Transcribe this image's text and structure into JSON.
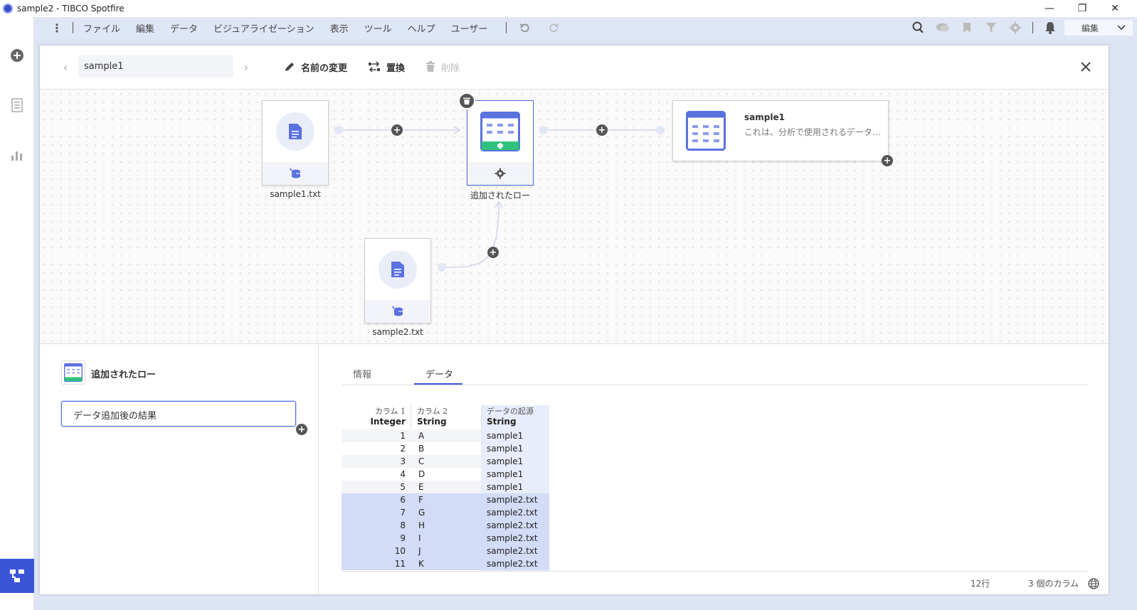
{
  "window": {
    "title": "sample2 - TIBCO Spotfire",
    "minimize": "—",
    "restore": "❐",
    "close": "✕"
  },
  "menubar": {
    "more": "⋮",
    "items": [
      "ファイル",
      "編集",
      "データ",
      "ビジュアライゼーション",
      "表示",
      "ツール",
      "ヘルプ",
      "ユーザー"
    ],
    "mode_label": "編集"
  },
  "toolbar": {
    "prev": "‹",
    "next": "›",
    "table_name": "sample1",
    "rename_label": "名前の変更",
    "replace_label": "置換",
    "delete_label": "削除"
  },
  "flow": {
    "node1_label": "sample1.txt",
    "node2_label": "sample2.txt",
    "added_rows_label": "追加されたロー",
    "result_title": "sample1",
    "result_desc": "これは、分析で使用されるデータ..."
  },
  "details": {
    "title": "追加されたロー",
    "description_value": "データ追加後の結果"
  },
  "tabs": {
    "info": "情報",
    "data": "データ"
  },
  "table": {
    "columns": [
      {
        "name": "カラム 1",
        "type": "Integer"
      },
      {
        "name": "カラム 2",
        "type": "String"
      },
      {
        "name": "データの起源",
        "type": "String"
      }
    ],
    "rows": [
      [
        "1",
        "A",
        "sample1"
      ],
      [
        "2",
        "B",
        "sample1"
      ],
      [
        "3",
        "C",
        "sample1"
      ],
      [
        "4",
        "D",
        "sample1"
      ],
      [
        "5",
        "E",
        "sample1"
      ],
      [
        "6",
        "F",
        "sample2.txt"
      ],
      [
        "7",
        "G",
        "sample2.txt"
      ],
      [
        "8",
        "H",
        "sample2.txt"
      ],
      [
        "9",
        "I",
        "sample2.txt"
      ],
      [
        "10",
        "J",
        "sample2.txt"
      ],
      [
        "11",
        "K",
        "sample2.txt"
      ]
    ],
    "row_count": "12行",
    "column_count": "3 個のカラム"
  },
  "colors": {
    "accent": "#3b55d9",
    "menubar_bg": "#dfe6f6",
    "highlight_row": "#d3dcf6",
    "origin_col": "#e8edfb",
    "add_green": "#2ec27e"
  }
}
